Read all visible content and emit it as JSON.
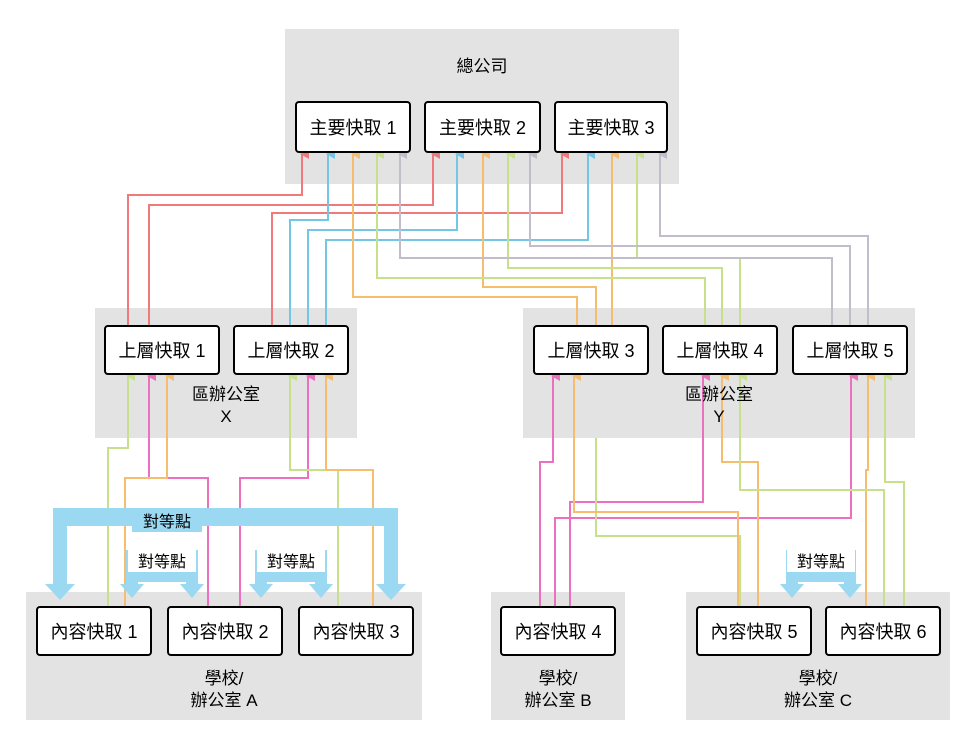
{
  "headquarters": {
    "label": "總公司",
    "caches": [
      "主要快取 1",
      "主要快取 2",
      "主要快取 3"
    ]
  },
  "regional_x": {
    "label": "區辦公室\nX",
    "caches": [
      "上層快取 1",
      "上層快取 2"
    ]
  },
  "regional_y": {
    "label": "區辦公室\nY",
    "caches": [
      "上層快取 3",
      "上層快取 4",
      "上層快取 5"
    ]
  },
  "school_a": {
    "label": "學校/\n辦公室 A",
    "caches": [
      "內容快取 1",
      "內容快取 2",
      "內容快取 3"
    ]
  },
  "school_b": {
    "label": "學校/\n辦公室 B",
    "caches": [
      "內容快取 4"
    ]
  },
  "school_c": {
    "label": "學校/\n辦公室 C",
    "caches": [
      "內容快取 5",
      "內容快取 6"
    ]
  },
  "peer_labels": {
    "outer_a": "對等點",
    "inner_a1": "對等點",
    "inner_a2": "對等點",
    "c": "對等點"
  },
  "colors": {
    "red": "#f0797c",
    "blue": "#73c6e6",
    "orange": "#f6bd6f",
    "green": "#c7e18b",
    "purple": "#c2bccb",
    "pink": "#ec6fc0",
    "peer": "#9bd8f1",
    "region": "#e3e3e3"
  }
}
